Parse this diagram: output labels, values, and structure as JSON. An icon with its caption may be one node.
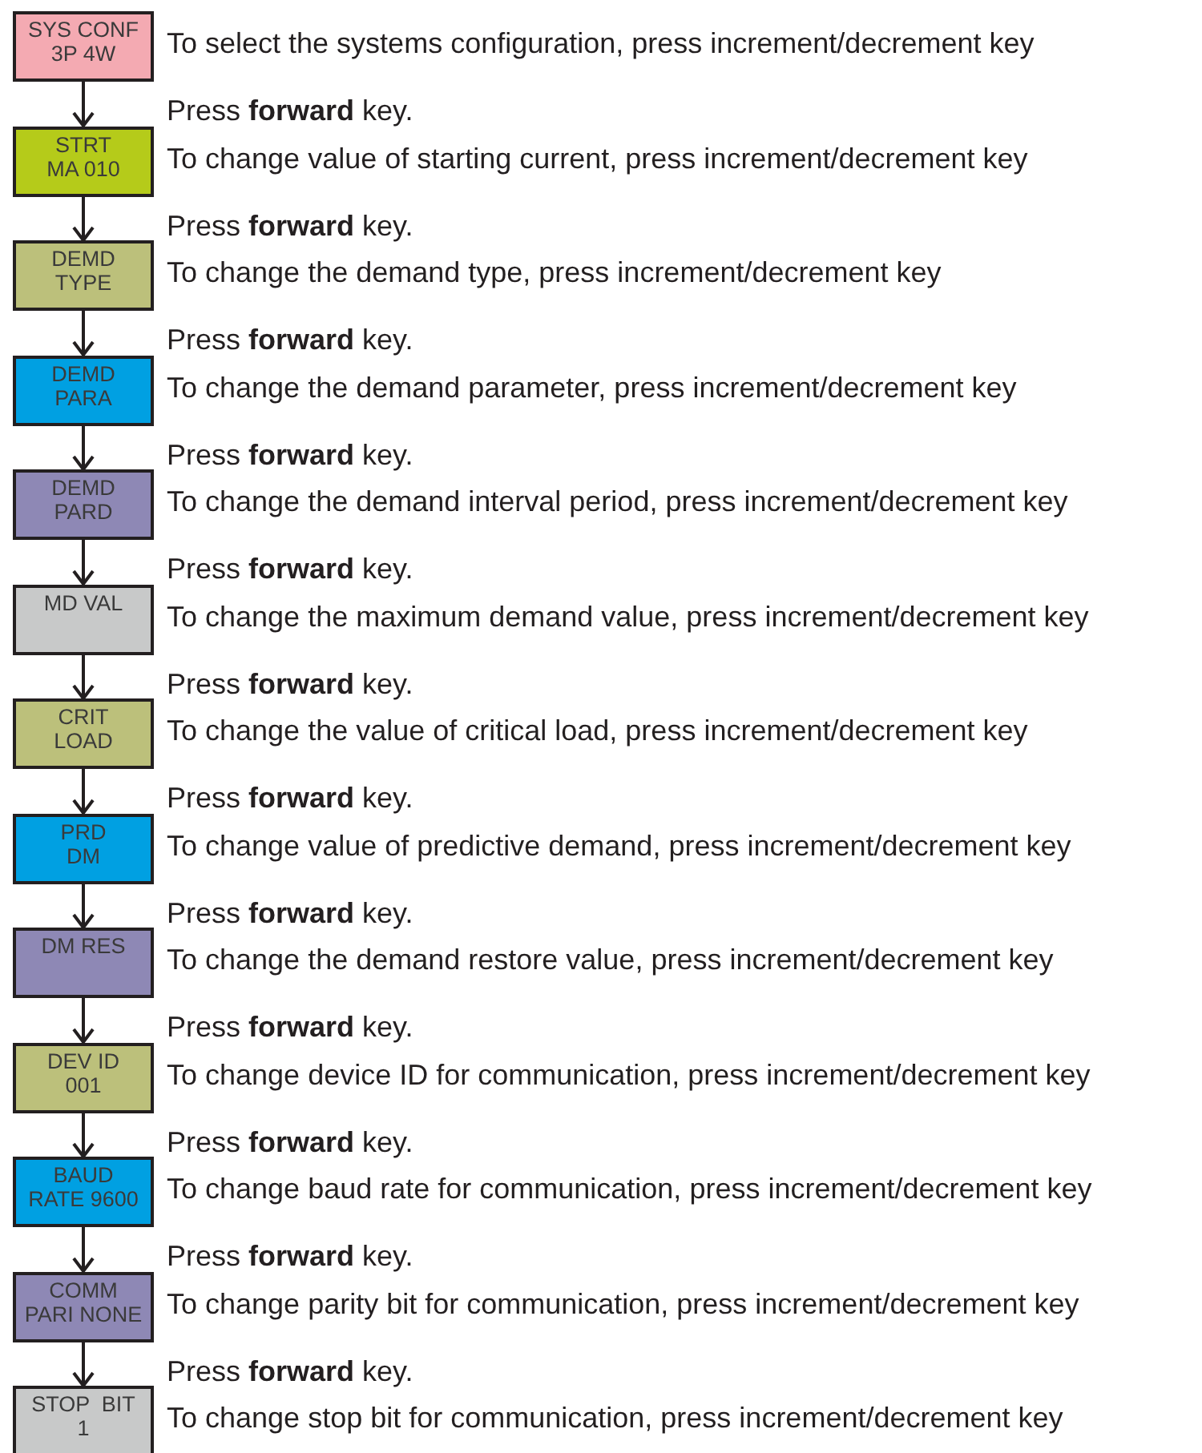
{
  "diagram": {
    "nodes": [
      {
        "text": [
          "SYS CONF 3P 4W"
        ],
        "beside": [
          "To select the systems configuration, press increment/decrement key"
        ]
      },
      {
        "text": [
          "STRT MA 010"
        ],
        "beside": [
          "To change value of starting current, press increment/decrement key"
        ]
      },
      {
        "text": [
          "DEMD TYPE"
        ],
        "beside": [
          "To change the demand type, press increment/decrement key"
        ]
      },
      {
        "text": [
          "DEMD PARA"
        ],
        "beside": [
          "To change the demand parameter, press increment/decrement key"
        ]
      },
      {
        "text": [
          "DEMD PARD"
        ],
        "beside": [
          "To change the demand interval period, press increment/decrement key"
        ]
      },
      {
        "text": [
          "MD VAL"
        ],
        "beside": [
          "To change the maximum demand value, press increment/decrement key"
        ]
      },
      {
        "text": [
          "CRIT LOAD"
        ],
        "beside": [
          "To change the value of critical load, press increment/decrement key"
        ]
      },
      {
        "text": [
          "PRD DM"
        ],
        "beside": [
          "To change value of predictive demand, press increment/decrement key"
        ]
      },
      {
        "text": [
          "DM RES"
        ],
        "beside": [
          "To change the demand restore value, press increment/decrement key"
        ]
      },
      {
        "text": [
          "DEV ID 001"
        ],
        "beside": [
          "To change device ID for communication, press increment/decrement key"
        ]
      },
      {
        "text": [
          "BAUD RATE 9600"
        ],
        "beside": [
          "To change baud rate for communication, press increment/decrement key"
        ]
      },
      {
        "text": [
          "COMM PARI NONE"
        ],
        "beside": [
          "To change parity bit for communication, press increment/decrement key"
        ]
      },
      {
        "text": [
          "STOP  BIT 1"
        ],
        "beside": [
          "To change stop bit for communication, press increment/decrement key"
        ]
      }
    ],
    "edges": [
      {
        "from": 0,
        "to": 1,
        "arrow": "to",
        "label": "Press **forward** key."
      },
      {
        "from": 1,
        "to": 2,
        "arrow": "to",
        "label": "Press **forward** key."
      },
      {
        "from": 2,
        "to": 3,
        "arrow": "to",
        "label": "Press **forward** key."
      },
      {
        "from": 3,
        "to": 4,
        "arrow": "to",
        "label": "Press **forward** key."
      },
      {
        "from": 4,
        "to": 5,
        "arrow": "to",
        "label": "Press **forward** key."
      },
      {
        "from": 5,
        "to": 6,
        "arrow": "to",
        "label": "Press **forward** key."
      },
      {
        "from": 6,
        "to": 7,
        "arrow": "to",
        "label": "Press **forward** key."
      },
      {
        "from": 7,
        "to": 8,
        "arrow": "to",
        "label": "Press **forward** key."
      },
      {
        "from": 8,
        "to": 9,
        "arrow": "to",
        "label": "Press **forward** key."
      },
      {
        "from": 9,
        "to": 10,
        "arrow": "to",
        "label": "Press **forward** key."
      },
      {
        "from": 10,
        "to": 11,
        "arrow": "to",
        "label": "Press **forward** key."
      },
      {
        "from": 11,
        "to": 12,
        "arrow": "to",
        "label": "Press **forward** key."
      }
    ]
  }
}
